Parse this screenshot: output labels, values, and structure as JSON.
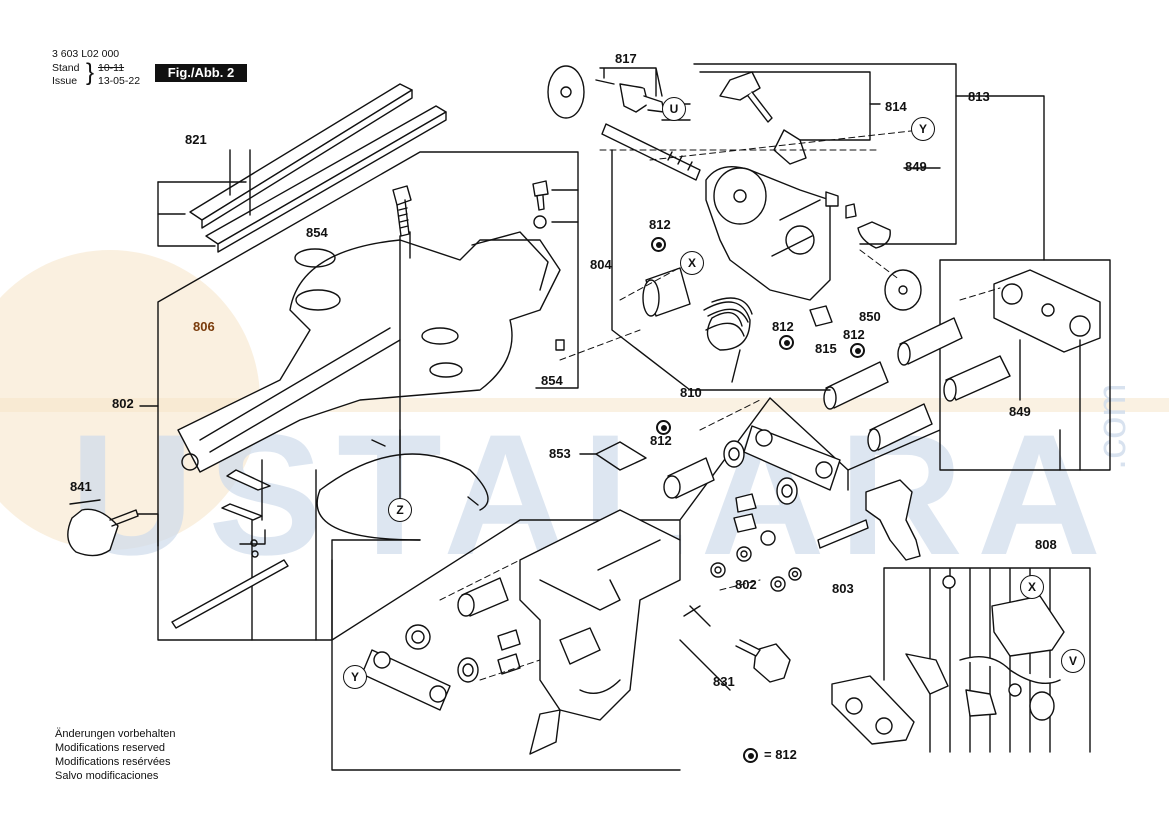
{
  "header": {
    "doc_number": "3 603 L02 000",
    "stand_label": "Stand",
    "stand_old": "10-11",
    "issue_label": "Issue",
    "issue_date": "13-05-22",
    "figure_tag": "Fig./Abb. 2"
  },
  "notes": [
    "Änderungen vorbehalten",
    "Modifications reserved",
    "Modifications resérvées",
    "Salvo modificaciones"
  ],
  "legend": {
    "equals_text": "= 812"
  },
  "watermark": {
    "text": "USTALARA",
    "suffix": ".com"
  },
  "parts": {
    "p817": "817",
    "p821": "821",
    "p854a": "854",
    "p854b": "854",
    "p806": "806",
    "p802a": "802",
    "p802b": "802",
    "p841": "841",
    "p804": "804",
    "p812a": "812",
    "p812b": "812",
    "p812c": "812",
    "p812d": "812",
    "p814": "814",
    "p813": "813",
    "p849a": "849",
    "p849b": "849",
    "p850": "850",
    "p815": "815",
    "p810": "810",
    "p853": "853",
    "p803": "803",
    "p831": "831",
    "p808": "808"
  },
  "circle_refs": {
    "u": "U",
    "y1": "Y",
    "y2": "Y",
    "x1": "X",
    "x2": "X",
    "z": "Z",
    "v": "V"
  },
  "colors": {
    "ink": "#111111",
    "accent_brown": "#7a3c0c",
    "watermark_blue": "#cfdcec",
    "watermark_orange": "#f6e3c6"
  }
}
